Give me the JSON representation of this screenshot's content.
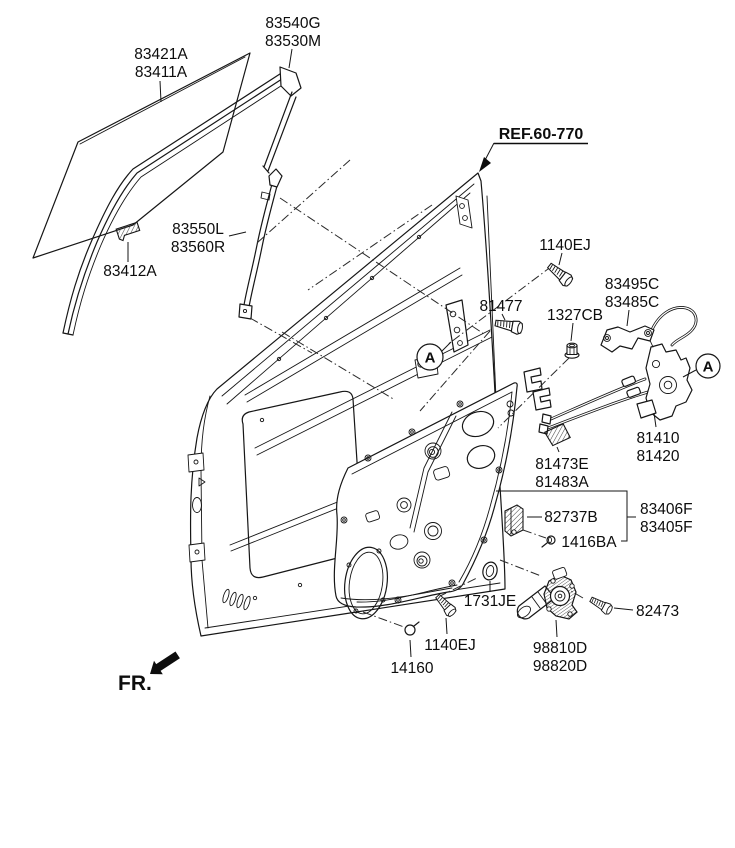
{
  "diagram": {
    "type": "parts-exploded-diagram",
    "subject": "rear door panel and window regulator",
    "detail_marker": "A",
    "colors": {
      "line": "#161616",
      "background": "#ffffff"
    },
    "callouts": {
      "glass": {
        "lines": [
          "83421A",
          "83411A"
        ]
      },
      "run_channel": {
        "lines": [
          "83540G",
          "83530M"
        ]
      },
      "rear_channel": {
        "lines": [
          "83550L",
          "83560R"
        ]
      },
      "glass_grip": {
        "lines": [
          "83412A"
        ]
      },
      "ref": {
        "lines": [
          "REF.60-770"
        ]
      },
      "bolt_upper": {
        "lines": [
          "1140EJ"
        ]
      },
      "handle_base": {
        "lines": [
          "83495C",
          "83485C"
        ]
      },
      "bolt_81477": {
        "lines": [
          "81477"
        ]
      },
      "nut_1327cb": {
        "lines": [
          "1327CB"
        ]
      },
      "latch": {
        "lines": [
          "81410",
          "81420"
        ]
      },
      "channel_clip": {
        "lines": [
          "81473E",
          "81483A"
        ]
      },
      "bracket_82737b": {
        "lines": [
          "82737B"
        ]
      },
      "module_panel": {
        "lines": [
          "83406F",
          "83405F"
        ]
      },
      "screw_1416ba": {
        "lines": [
          "1416BA"
        ]
      },
      "grommet_1731je": {
        "lines": [
          "1731JE"
        ]
      },
      "screw_82473": {
        "lines": [
          "82473"
        ]
      },
      "motor": {
        "lines": [
          "98810D",
          "98820D"
        ]
      },
      "bolt_lower": {
        "lines": [
          "1140EJ"
        ]
      },
      "plug_14160": {
        "lines": [
          "14160"
        ]
      },
      "fr_marker": {
        "lines": [
          "FR."
        ]
      }
    }
  }
}
